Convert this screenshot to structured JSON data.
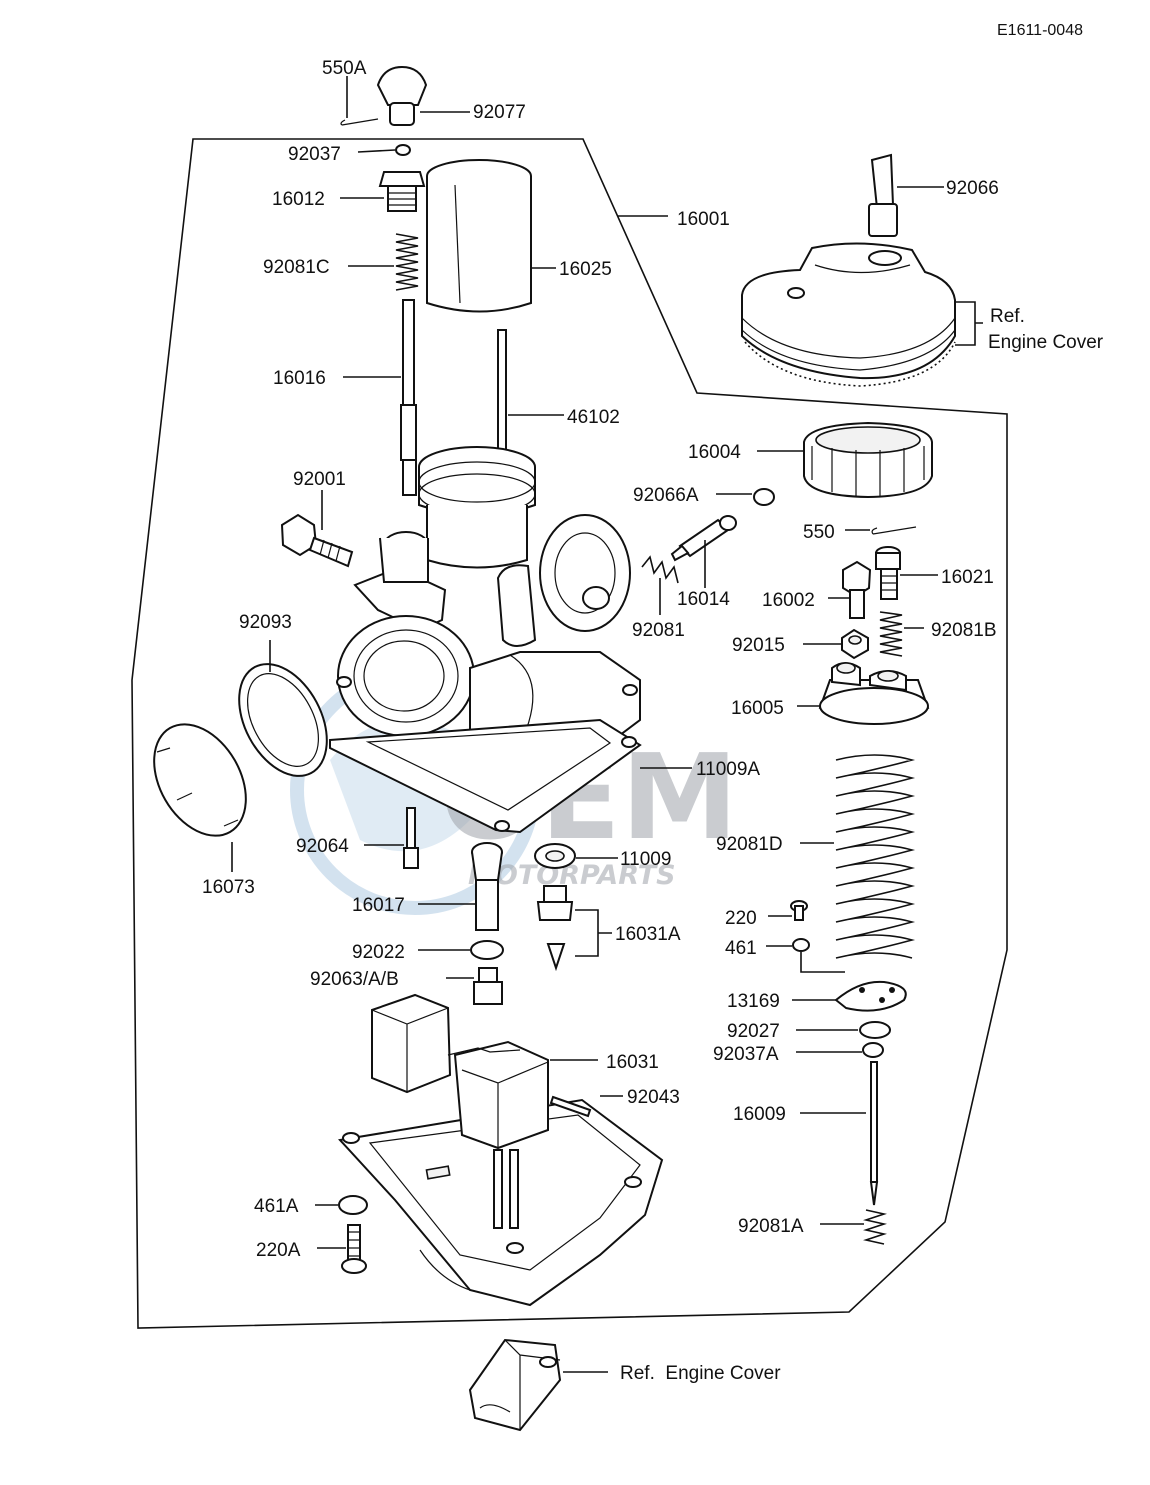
{
  "diagram_code": "E1611-0048",
  "watermark": {
    "brand": "OEM",
    "sub": "MOTORPARTS"
  },
  "labels": {
    "l550A": "550A",
    "l92077": "92077",
    "l92037": "92037",
    "l16012": "16012",
    "l92081C": "92081C",
    "l16025": "16025",
    "l16001": "16001",
    "l92066": "92066",
    "ref1": "Ref.",
    "engine_cover1": "Engine Cover",
    "l16016": "16016",
    "l46102": "46102",
    "l16004": "16004",
    "l92001": "92001",
    "l92066A": "92066A",
    "l550": "550",
    "l16014": "16014",
    "l16021": "16021",
    "l16002": "16002",
    "l92093": "92093",
    "l92081": "92081",
    "l92081B": "92081B",
    "l92015": "92015",
    "l16005": "16005",
    "l11009A": "11009A",
    "l92064": "92064",
    "l11009": "11009",
    "l92081D": "92081D",
    "l16073": "16073",
    "l16017": "16017",
    "l16031A": "16031A",
    "l220": "220",
    "l461": "461",
    "l92022": "92022",
    "l92063": "92063/A/B",
    "l13169": "13169",
    "l92027": "92027",
    "l92037A": "92037A",
    "l16031": "16031",
    "l92043": "92043",
    "l16009": "16009",
    "l461A": "461A",
    "l92081A": "92081A",
    "l220A": "220A",
    "ref2": "Ref.  Engine Cover"
  }
}
